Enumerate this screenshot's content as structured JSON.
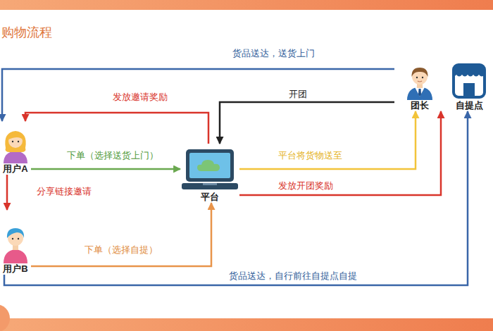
{
  "diagram": {
    "title": "购物流程",
    "nodes": [
      {
        "text": [
          "团长"
        ]
      },
      {
        "text": [
          "自提点"
        ]
      },
      {
        "text": [
          "用户A"
        ]
      },
      {
        "text": [
          "平台"
        ]
      },
      {
        "text": [
          "用户B"
        ]
      }
    ],
    "edges": [
      {
        "from": 0,
        "to": 2,
        "label": "货品送达，送货上门",
        "arrow": "to"
      },
      {
        "from": 3,
        "to": 2,
        "label": "发放邀请奖励",
        "arrow": "to"
      },
      {
        "from": 0,
        "to": 3,
        "label": "开团",
        "arrow": "to"
      },
      {
        "from": 2,
        "to": 3,
        "label": "下单（选择送货上门）",
        "arrow": "to"
      },
      {
        "from": 3,
        "to": 0,
        "label": "平台将货物送至",
        "arrow": "to"
      },
      {
        "from": 3,
        "to": 0,
        "label": "发放开团奖励",
        "arrow": "to"
      },
      {
        "from": 2,
        "to": 4,
        "label": "分享链接邀请",
        "arrow": "to"
      },
      {
        "from": 4,
        "to": 3,
        "label": "下单（选择自提）",
        "arrow": "to"
      },
      {
        "from": 4,
        "to": 1,
        "label": "货品送达，自行前往自提点自提",
        "arrow": "to"
      }
    ]
  }
}
